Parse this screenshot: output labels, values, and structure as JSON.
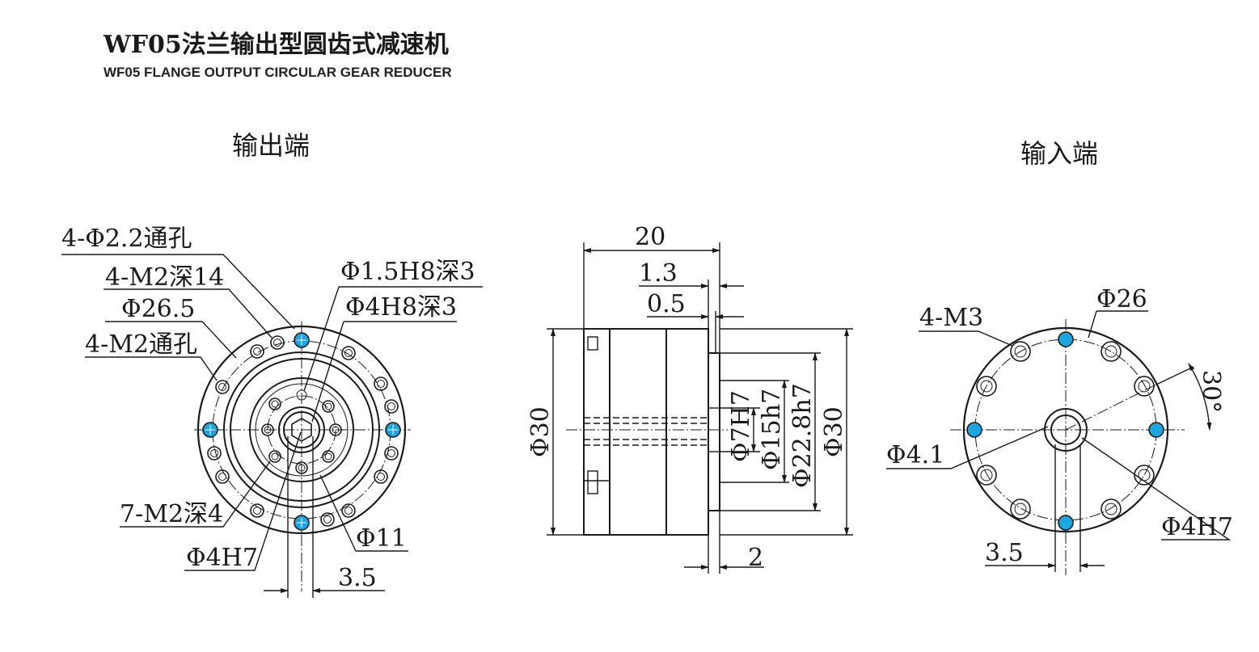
{
  "header": {
    "title_cn": "WF05法兰输出型圆齿式减速机",
    "title_en": "WF05 FLANGE OUTPUT CIRCULAR GEAR REDUCER"
  },
  "views": {
    "output_label": "输出端",
    "input_label": "输入端"
  },
  "output_view": {
    "callout_through_holes": "4-Φ2.2通孔",
    "callout_m2_depth14": "4-M2深14",
    "callout_pcd": "Φ26.5",
    "callout_m2_through": "4-M2通孔",
    "callout_pin_hole": "Φ1.5H8深3",
    "callout_center_bore": "Φ4H8深3",
    "callout_m2_depth4": "7-M2深4",
    "callout_bore": "Φ4H7",
    "callout_hub": "Φ11",
    "dim_offset": "3.5"
  },
  "side_view": {
    "dim_length": "20",
    "dim_1_3": "1.3",
    "dim_0_5": "0.5",
    "dim_2": "2",
    "dim_dia_body": "Φ30",
    "dim_dia_7": "Φ7H7",
    "dim_dia_15": "Φ15h7",
    "dim_dia_22": "Φ22.8h7",
    "dim_dia_30": "Φ30"
  },
  "input_view": {
    "callout_m3": "4-M3",
    "callout_pcd": "Φ26",
    "callout_angle": "30°",
    "callout_dia_4_1": "Φ4.1",
    "callout_bore": "Φ4H7",
    "dim_offset": "3.5"
  },
  "colors": {
    "line": "#1a1a1a",
    "highlight_hole": "#1aa6e0"
  }
}
